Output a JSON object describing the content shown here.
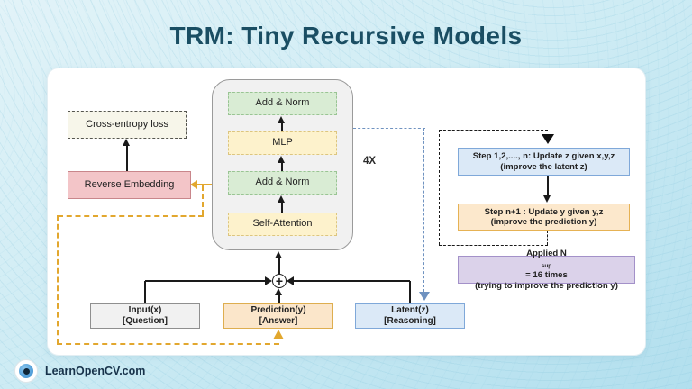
{
  "title": "TRM:  Tiny Recursive Models",
  "footer": {
    "brand": "LearnOpenCV.com"
  },
  "colors": {
    "title": "#1a4e63",
    "yellow_loop": "#e2a72e",
    "blue_dash": "#6f92c0",
    "green_fill": "#d9ecd4",
    "yellow_fill": "#fdf2cc",
    "pink_fill": "#f3c5c8",
    "ivory_fill": "#f7f6ea",
    "gray_fill": "#f1f1f1",
    "blue_fill": "#dbe9f7",
    "peach_fill": "#fbe6ca",
    "purple_fill": "#dbd2ea"
  },
  "diagram": {
    "loss_label": "Cross-entropy loss",
    "reverse_embedding_label": "Reverse Embedding",
    "repeat_label": "4X",
    "junction_symbol": "+",
    "transformer_layers": [
      "Add & Norm",
      "MLP",
      "Add & Norm",
      "Self-Attention"
    ],
    "step_loop": {
      "step1": {
        "line1": "Step 1,2,...., n: Update z given x,y,z",
        "line2": "(improve the latent z)"
      },
      "step2": {
        "line1": "Step n+1 : Update y given y,z",
        "line2": "(improve the prediction y)"
      }
    },
    "applied": {
      "prefix": "Applied N",
      "sub": "sup",
      "suffix": " = 16 times",
      "line2": "(trying to improve the prediction y)"
    },
    "io": {
      "input": {
        "line1": "Input(x)",
        "line2": "[Question]"
      },
      "prediction": {
        "line1": "Prediction(y)",
        "line2": "[Answer]"
      },
      "latent": {
        "line1": "Latent(z)",
        "line2": "[Reasoning]"
      }
    }
  }
}
